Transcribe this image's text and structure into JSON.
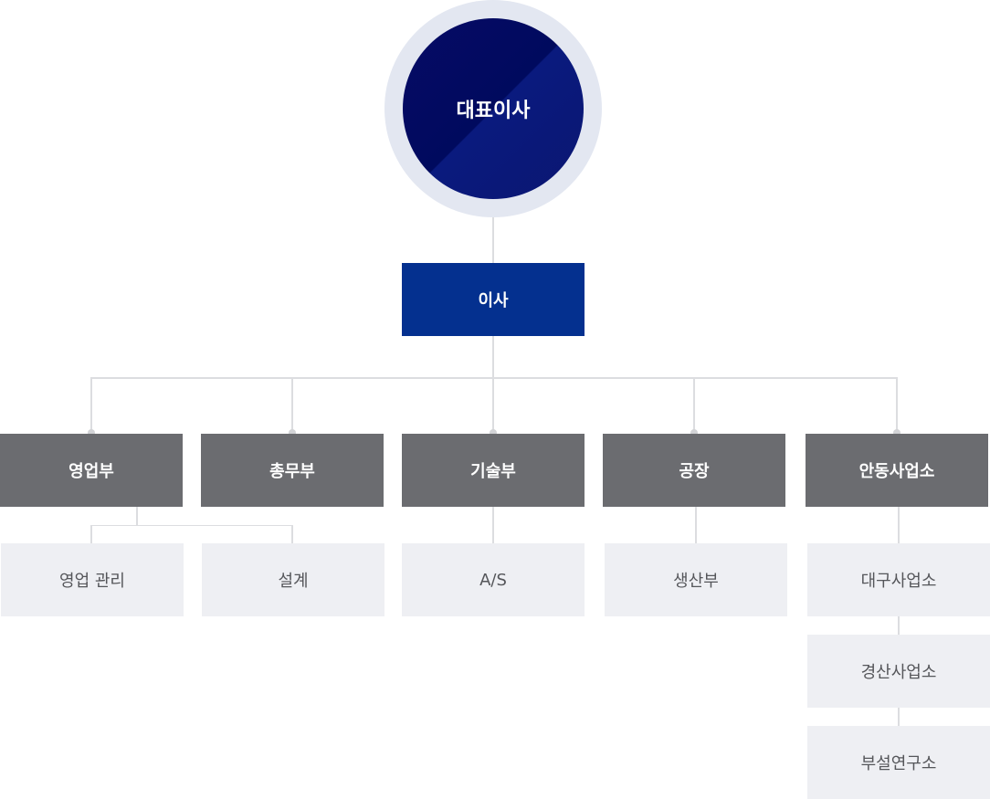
{
  "ceo": "대표이사",
  "director": "이사",
  "departments": [
    {
      "label": "영업부",
      "subs": [
        "영업 관리",
        "설계"
      ]
    },
    {
      "label": "총무부",
      "subs": []
    },
    {
      "label": "기술부",
      "subs": [
        "A/S"
      ]
    },
    {
      "label": "공장",
      "subs": [
        "생산부"
      ]
    },
    {
      "label": "안동사업소",
      "subs": [
        "대구사업소",
        "경산사업소",
        "부설연구소"
      ]
    }
  ]
}
